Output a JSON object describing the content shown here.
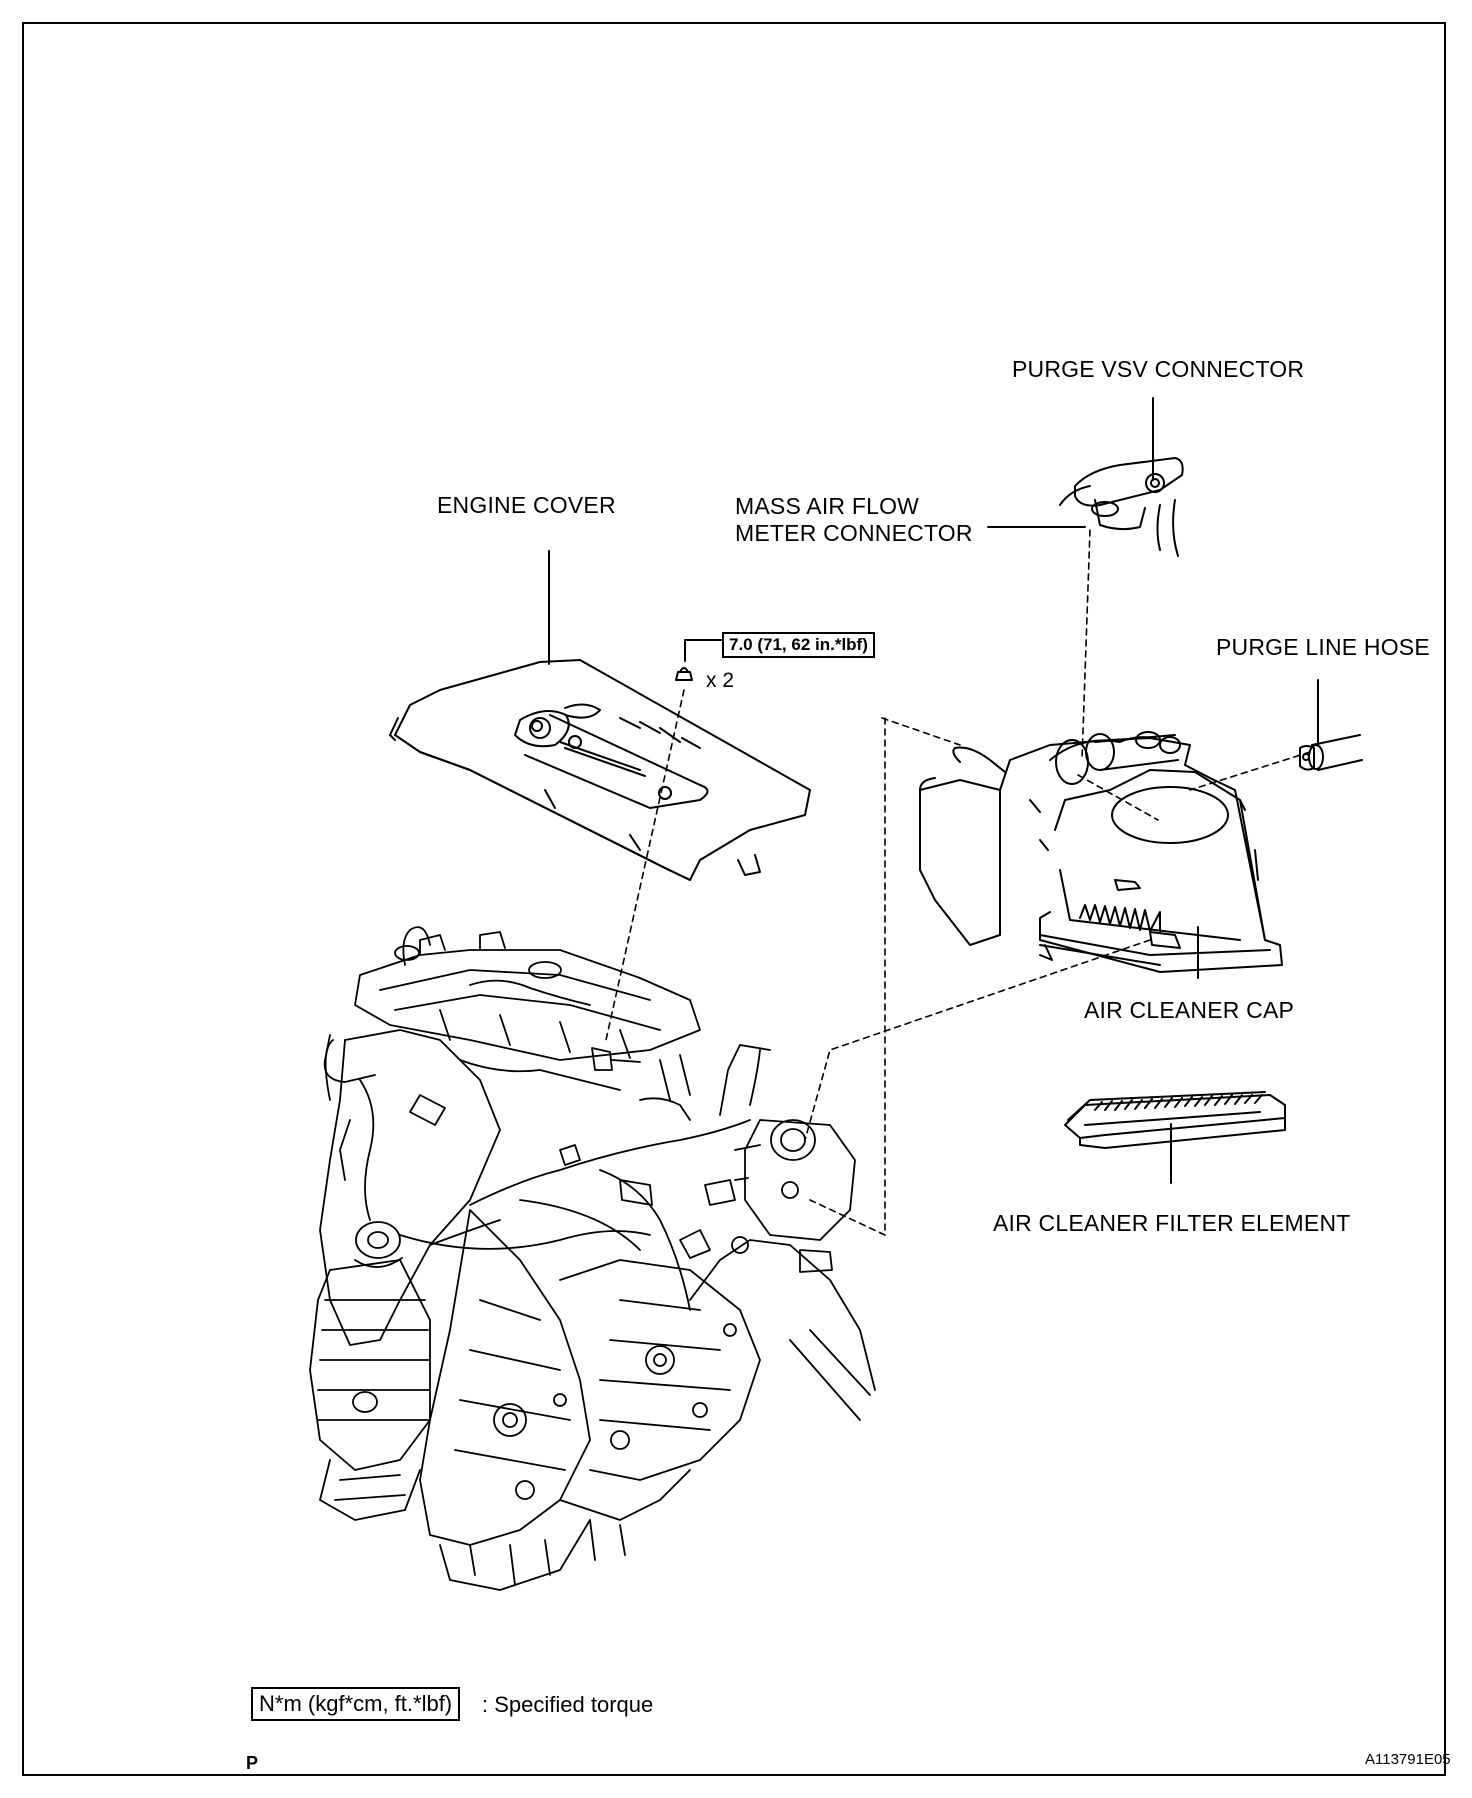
{
  "labels": {
    "purge_vsv_connector": "PURGE VSV CONNECTOR",
    "mass_air_flow_line1": "MASS AIR FLOW",
    "mass_air_flow_line2": "METER CONNECTOR",
    "engine_cover": "ENGINE COVER",
    "purge_line_hose": "PURGE LINE HOSE",
    "air_cleaner_cap": "AIR CLEANER CAP",
    "air_cleaner_filter_element": "AIR CLEANER FILTER ELEMENT"
  },
  "torque": {
    "value": "7.0 (71, 62 in.*lbf)",
    "quantity": "x 2"
  },
  "legend": {
    "box": "N*m (kgf*cm, ft.*lbf)",
    "text": ": Specified torque"
  },
  "footer": {
    "page_mark": "P",
    "figure_id": "A113791E05"
  }
}
